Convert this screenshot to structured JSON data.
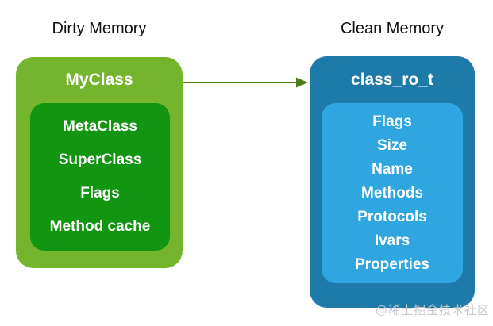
{
  "diagram": {
    "left": {
      "title": "Dirty Memory",
      "outer_label": "MyClass",
      "items": [
        "MetaClass",
        "SuperClass",
        "Flags",
        "Method cache"
      ],
      "colors": {
        "outer": "#75b52d",
        "inner": "#129511"
      }
    },
    "right": {
      "title": "Clean Memory",
      "outer_label": "class_ro_t",
      "items": [
        "Flags",
        "Size",
        "Name",
        "Methods",
        "Protocols",
        "Ivars",
        "Properties"
      ],
      "colors": {
        "outer": "#1d7aa9",
        "inner": "#30a6e0"
      }
    },
    "arrow": {
      "color": "#4a7e16",
      "direction": "left-to-right"
    },
    "watermark": "@稀土掘金技术社区"
  }
}
